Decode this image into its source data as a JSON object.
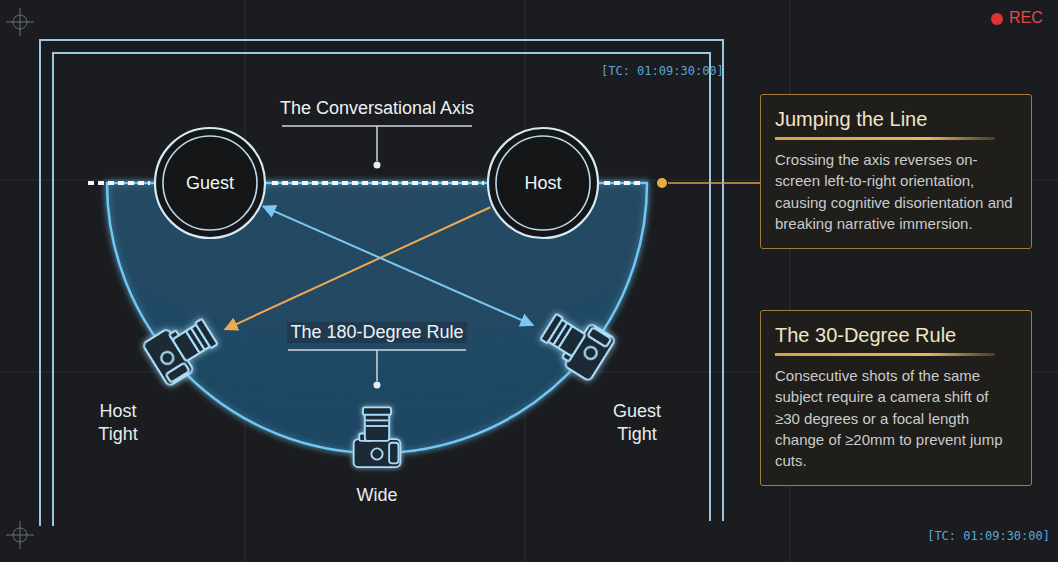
{
  "diagram": {
    "nodes": [
      {
        "text": [
          "Guest"
        ]
      },
      {
        "text": [
          "Host"
        ]
      },
      {
        "text": [
          "Jumping the Line",
          "Crossing the axis reverses on-screen left-to-right orientation, causing cognitive disorientation and breaking narrative immersion."
        ]
      },
      {
        "text": [
          "Host Tight"
        ]
      },
      {
        "text": [
          "The 30-Degree Rule",
          "Consecutive shots of the same subject require a camera shift of ≥30 degrees or a focal length change of ≥20mm to prevent jump cuts."
        ]
      },
      {
        "text": [
          "Guest Tight"
        ]
      },
      {
        "text": [
          "Wide"
        ]
      }
    ],
    "edges": [
      {
        "from": 1,
        "to": 3,
        "arrow": "to"
      },
      {
        "from": 5,
        "to": 0,
        "arrow": "both"
      }
    ],
    "labels": [
      "The Conversational Axis",
      "The 180-Degree Rule",
      "REC",
      "[TC: 01:09:30:00]",
      "[TC: 01:09:30:00]"
    ]
  }
}
